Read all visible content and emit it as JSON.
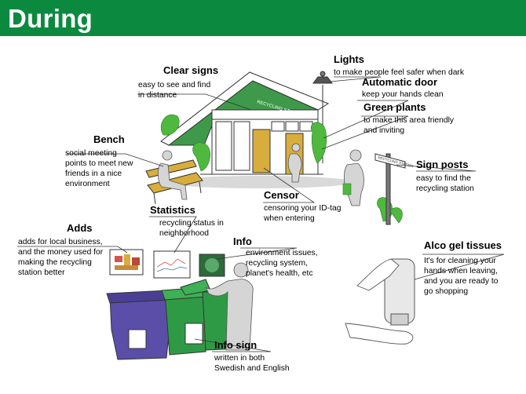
{
  "header": {
    "title": "During"
  },
  "building_sign": "RECYCLING STATION",
  "post_sign": "RECYCLING STATION",
  "callouts": [
    {
      "id": "clear-signs",
      "title": "Clear signs",
      "desc": "easy to see and find\nin distance"
    },
    {
      "id": "lights",
      "title": "Lights",
      "desc": "to make people feel safer when dark"
    },
    {
      "id": "automatic-door",
      "title": "Automatic door",
      "desc": "keep your hands clean"
    },
    {
      "id": "green-plants",
      "title": "Green plants",
      "desc": "to make this area friendly\nand inviting"
    },
    {
      "id": "bench",
      "title": "Bench",
      "desc": "social meeting\npoints to meet new\nfriends in a nice\nenvironment"
    },
    {
      "id": "sign-posts",
      "title": "Sign posts",
      "desc": "easy to find the\nrecycling station"
    },
    {
      "id": "censor",
      "title": "Censor",
      "desc": "censoring your ID-tag\nwhen entering"
    },
    {
      "id": "statistics",
      "title": "Statistics",
      "desc": "recycling status in\nneighborhood"
    },
    {
      "id": "adds",
      "title": "Adds",
      "desc": "adds for local business,\nand the money used for\nmaking the recycling\nstation better"
    },
    {
      "id": "info",
      "title": "Info",
      "desc": "environment issues,\nrecycling system,\nplanet's health, etc"
    },
    {
      "id": "alco-gel-tissues",
      "title": "Alco gel tissues",
      "desc": "It's for cleaning your\nhands when leaving,\nand you are ready to\ngo shopping"
    },
    {
      "id": "info-sign",
      "title": "Info sign",
      "desc": "written in both\nSwedish and English"
    }
  ],
  "colors": {
    "header": "#0b8a3f",
    "roof_green": "#3e9a4a",
    "plant_green": "#4fb83e",
    "door_yellow": "#d8ad3c",
    "bin_purple": "#5b4ea8",
    "bin_green": "#2f9a45",
    "gray": "#c9c9c9"
  }
}
